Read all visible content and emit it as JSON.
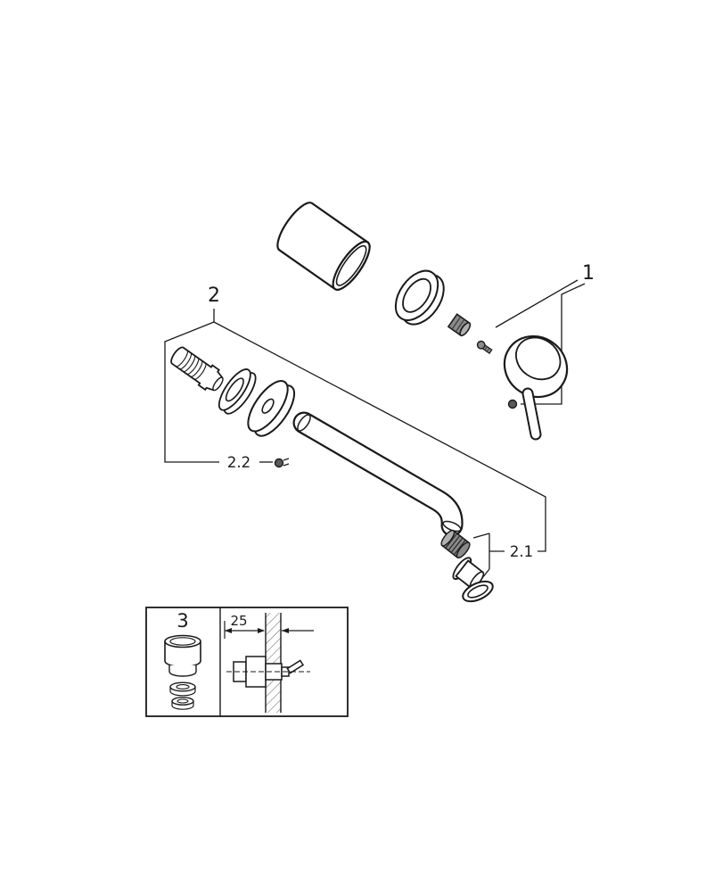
{
  "diagram": {
    "type": "exploded-parts-diagram",
    "labels": {
      "part1": "1",
      "part2": "2",
      "part2_1": "2.1",
      "part2_2": "2.2",
      "part3": "3",
      "install_depth_mm": "25"
    },
    "colors": {
      "line": "#1a1a1a",
      "background": "#ffffff",
      "part_shade_dark": "#5a5a5a",
      "part_shade_mid": "#8a8a8a",
      "hatch": "#777777"
    }
  }
}
